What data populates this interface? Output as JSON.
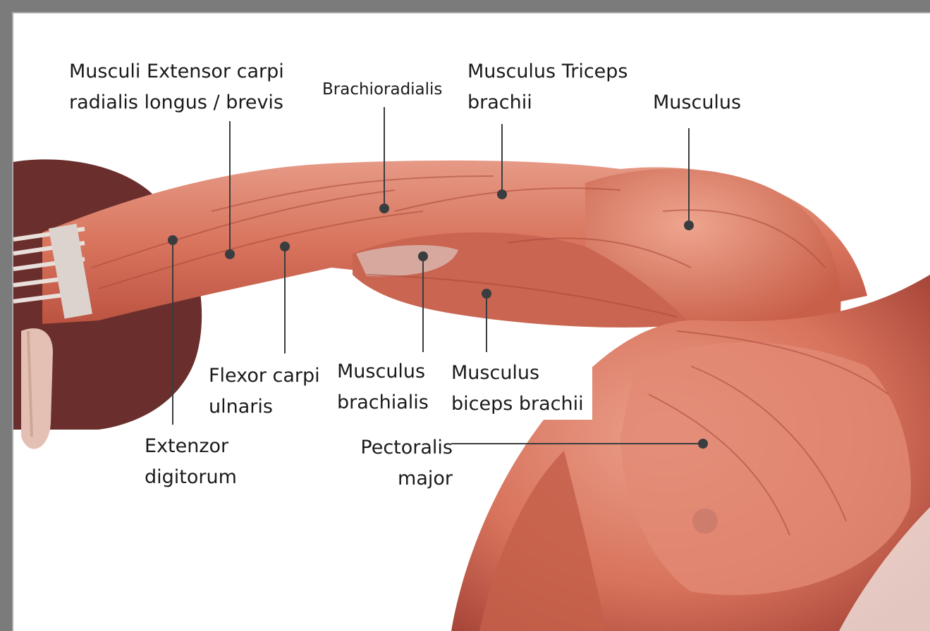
{
  "labels": {
    "extensor_carpi": "Musculi Extensor carpi\nradialis longus / brevis",
    "brachioradialis": "Brachioradialis",
    "triceps": "Musculus Triceps\nbrachii",
    "deltoid": "Musculus",
    "flexor_carpi_ulnaris": "Flexor carpi\nulnaris",
    "brachialis": "Musculus\nbrachialis",
    "biceps": "Musculus\nbiceps brachii",
    "extenzor_digitorum": "Extenzor\ndigitorum",
    "pectoralis": "Pectoralis\nmajor"
  },
  "colors": {
    "frame": "#7b7b7b",
    "muscle": "#d8735c",
    "muscle_dark": "#b9503f",
    "tendon": "#ddd3cf",
    "disc": "#6a2f2c",
    "leader": "#3a3d40"
  }
}
